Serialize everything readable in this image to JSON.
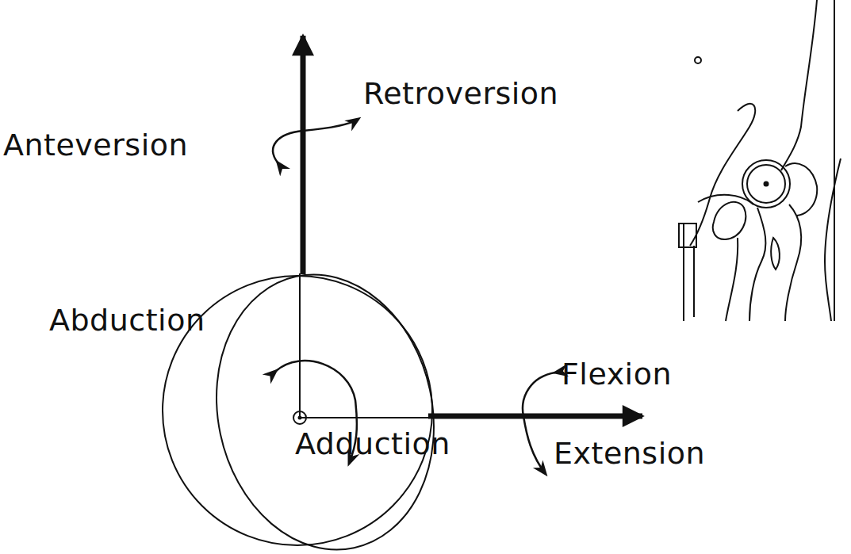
{
  "diagram": {
    "labels": [
      "Retroversion",
      "Anteversion",
      "Abduction",
      "Flexion",
      "Adduction",
      "Extension"
    ]
  }
}
